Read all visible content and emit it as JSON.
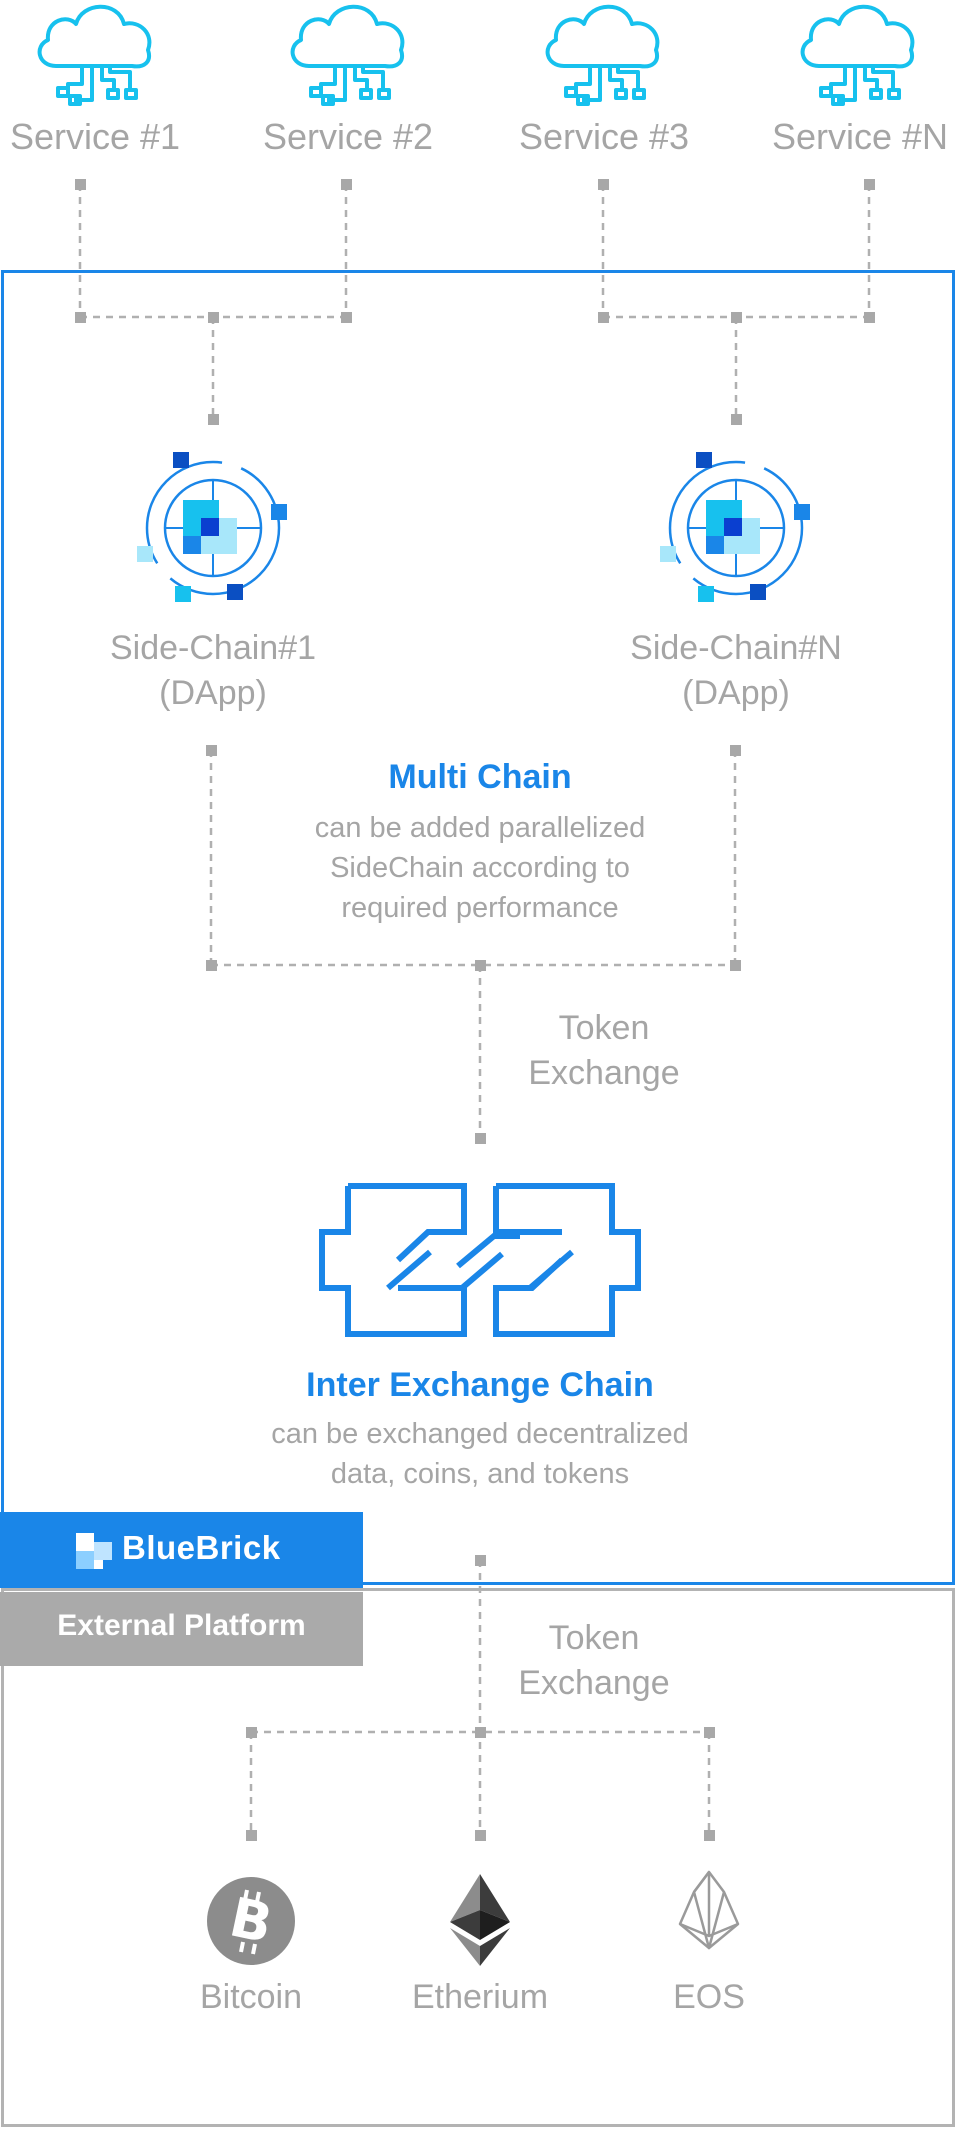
{
  "services": [
    {
      "label": "Service #1"
    },
    {
      "label": "Service #2"
    },
    {
      "label": "Service #3"
    },
    {
      "label": "Service #N"
    }
  ],
  "sidechains": [
    {
      "name": "Side-Chain#1",
      "sub": "(DApp)"
    },
    {
      "name": "Side-Chain#N",
      "sub": "(DApp)"
    }
  ],
  "multi_chain": {
    "title": "Multi Chain",
    "desc_lines": [
      "can be added parallelized",
      "SideChain according to",
      "required performance"
    ]
  },
  "token_exchange_1": {
    "lines": [
      "Token",
      "Exchange"
    ]
  },
  "inter_exchange": {
    "title": "Inter Exchange Chain",
    "desc_lines": [
      "can be exchanged decentralized",
      "data, coins, and tokens"
    ]
  },
  "bluebrick_badge": {
    "label": "BlueBrick"
  },
  "external_badge": {
    "label": "External Platform"
  },
  "token_exchange_2": {
    "lines": [
      "Token",
      "Exchange"
    ]
  },
  "cryptos": [
    {
      "label": "Bitcoin",
      "icon": "bitcoin-icon"
    },
    {
      "label": "Etherium",
      "icon": "ethereum-icon"
    },
    {
      "label": "EOS",
      "icon": "eos-icon"
    }
  ],
  "colors": {
    "blue": "#1a86e8",
    "cyan": "#17c1ee",
    "gray": "#a5a5a5",
    "badge_gray": "#aaaaaa"
  }
}
